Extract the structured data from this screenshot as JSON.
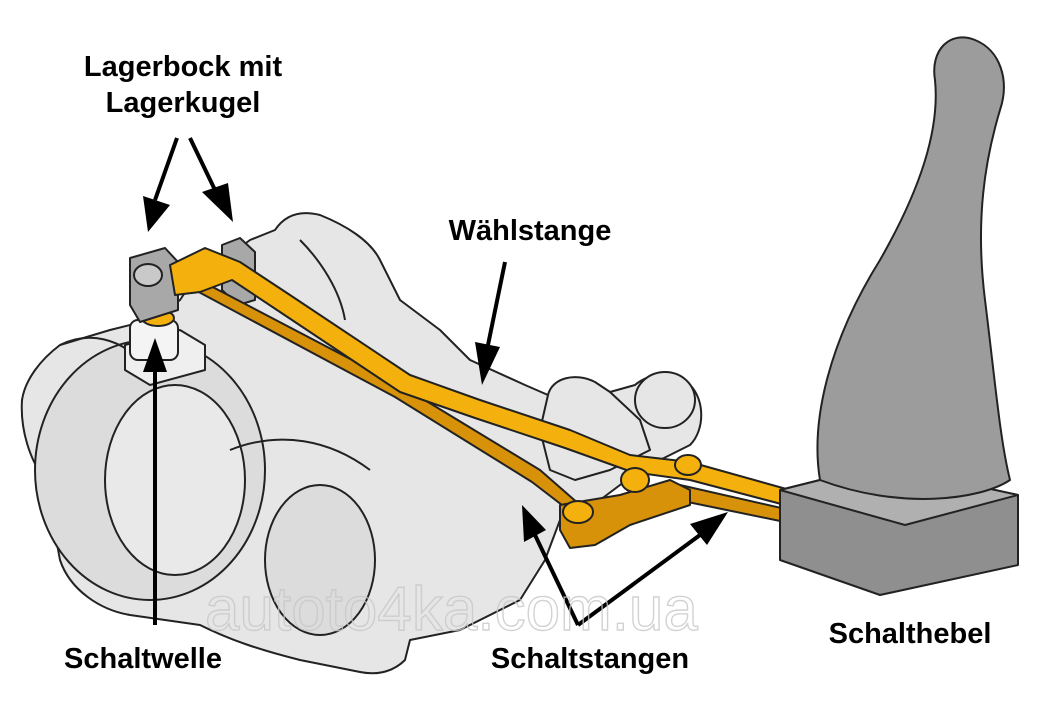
{
  "labels": {
    "lagerbock_line1": "Lagerbock mit",
    "lagerbock_line2": "Lagerkugel",
    "waehlstange": "Wählstange",
    "schaltwelle": "Schaltwelle",
    "schaltstangen": "Schaltstangen",
    "schalthebel": "Schalthebel"
  },
  "watermark": "autoto4ka.com.ua",
  "colors": {
    "gearbox": "#e6e6e6",
    "shift_lever": "#9c9c9c",
    "rods": "#f4b10e",
    "bracket": "#a8a8a8"
  }
}
